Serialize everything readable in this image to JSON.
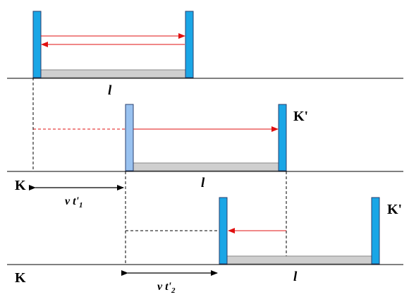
{
  "colors": {
    "mirror_fill": "#1aa6e6",
    "mirror_fill_light": "#99c2f0",
    "mirror_stroke": "#2a3f6e",
    "rod_fill": "#cfcfcf",
    "rod_stroke": "#8a8a8a",
    "ray": "#e01010",
    "line": "#000000"
  },
  "labels": {
    "frame_K": "K",
    "frame_K_prime": "K'",
    "length": "l",
    "vt1_main": "v t'",
    "vt1_sub": "1",
    "vt2_main": "v t'",
    "vt2_sub": "2"
  }
}
